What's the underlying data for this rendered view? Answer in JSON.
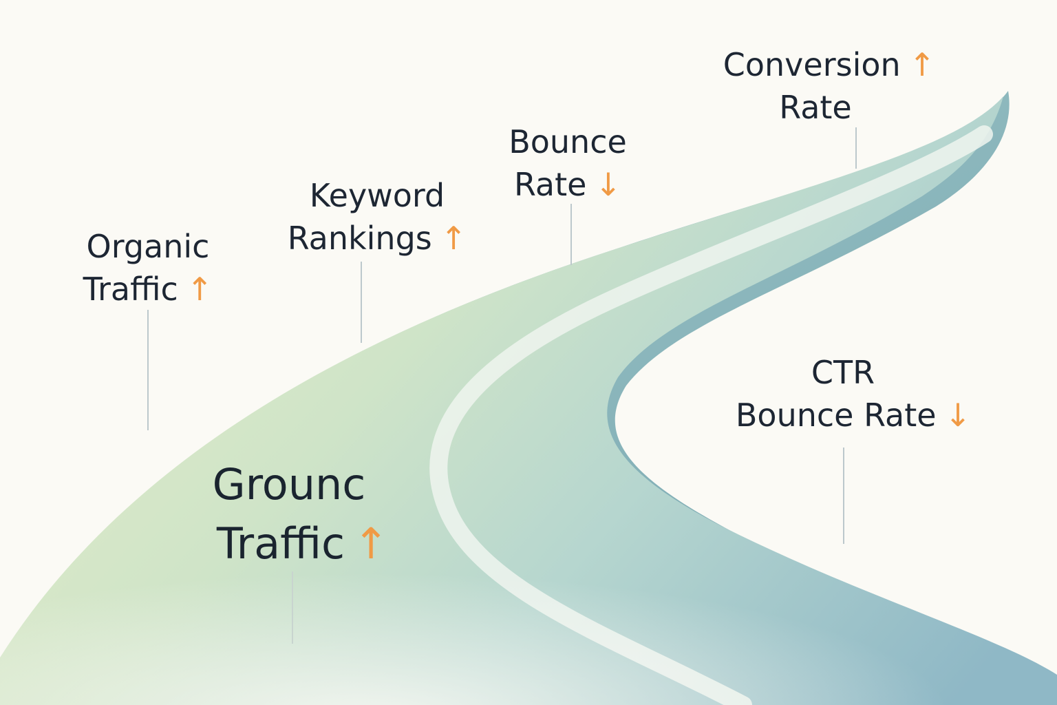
{
  "metrics": {
    "organic_traffic": {
      "line1": "Organic",
      "line2": "Traffic",
      "arrow": "↑"
    },
    "keyword_rankings": {
      "line1": "Keyword",
      "line2": "Rankings",
      "arrow": "↑"
    },
    "bounce_rate": {
      "line1": "Bounce",
      "line2": "Rate",
      "arrow": "↓"
    },
    "conversion_rate": {
      "line1": "Conversion",
      "line2": "Rate",
      "arrow": "↑"
    },
    "ctr_bounce_rate": {
      "line1": "CTR",
      "line2": "Bounce Rate",
      "arrow": "↓"
    },
    "ground_traffic": {
      "line1": "Grounc",
      "line2": "Traffic",
      "arrow": "↑"
    }
  },
  "colors": {
    "background": "#fbfaf5",
    "road_green": "#d4e8c6",
    "road_teal": "#9fc4cb",
    "lane_line": "#eef5ef",
    "text": "#1d2633",
    "arrow": "#f09a45",
    "leader": "#bcc8cc"
  }
}
